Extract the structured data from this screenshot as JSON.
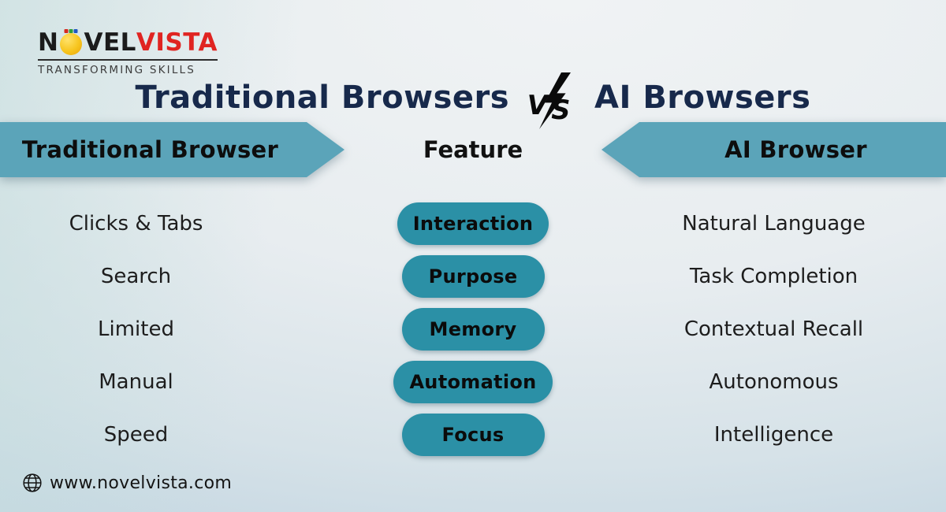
{
  "logo": {
    "brand_prefix": "N",
    "brand_middle": "VEL",
    "brand_accent": "VISTA",
    "tagline": "TRANSFORMING SKILLS"
  },
  "title": {
    "left": "Traditional Browsers",
    "vs": "VS",
    "right": "AI Browsers"
  },
  "table": {
    "headers": {
      "traditional": "Traditional Browser",
      "feature": "Feature",
      "ai": "AI Browser"
    },
    "rows": [
      {
        "traditional": "Clicks & Tabs",
        "feature": "Interaction",
        "ai": "Natural Language"
      },
      {
        "traditional": "Search",
        "feature": "Purpose",
        "ai": "Task Completion"
      },
      {
        "traditional": "Limited",
        "feature": "Memory",
        "ai": "Contextual Recall"
      },
      {
        "traditional": "Manual",
        "feature": "Automation",
        "ai": "Autonomous"
      },
      {
        "traditional": "Speed",
        "feature": "Focus",
        "ai": "Intelligence"
      }
    ]
  },
  "footer": {
    "website": "www.novelvista.com"
  },
  "icons": {
    "vs_bolt": "lightning-bolt",
    "footer_globe": "globe"
  },
  "colors": {
    "banner_teal": "#5ba4b9",
    "pill_teal": "#2b90a6",
    "title_navy": "#17294b",
    "brand_red": "#e02421",
    "bulb_yellow": "#f7c51e",
    "text_dark": "#1d1d1d",
    "background_light": "#e8edf0",
    "background_blue": "#b9cfde"
  }
}
